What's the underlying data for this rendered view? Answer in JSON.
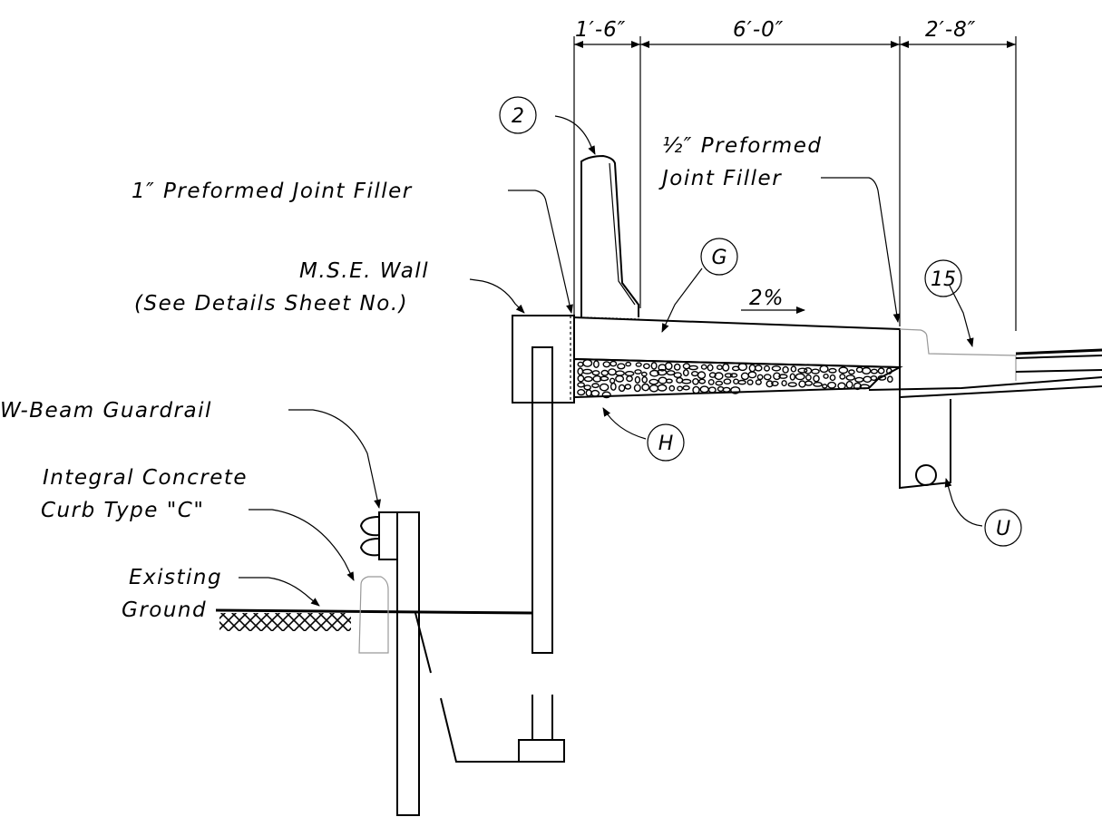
{
  "dimensions": {
    "dim_1": "1′-6″",
    "dim_2": "6′-0″",
    "dim_3": "2′-8″"
  },
  "callouts": {
    "c2": "2",
    "cG": "G",
    "cH": "H",
    "c15": "15",
    "cU": "U"
  },
  "labels": {
    "joint_filler_half_1": "½″ Preformed",
    "joint_filler_half_2": "Joint Filler",
    "joint_filler_one": "1″ Preformed Joint Filler",
    "mse_wall_1": "M.S.E. Wall",
    "mse_wall_2": "(See Details Sheet No.)",
    "guardrail": "W-Beam Guardrail",
    "curb_1": "Integral Concrete",
    "curb_2": "Curb Type \"C\"",
    "ground_1": "Existing",
    "ground_2": "Ground",
    "slope": "2%"
  }
}
